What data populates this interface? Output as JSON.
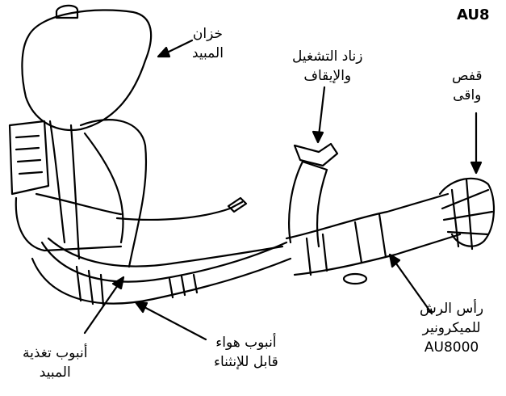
{
  "top_label": "AU8",
  "labels": {
    "tank": [
      "خزان",
      "المبيد"
    ],
    "switch": [
      "زناد التشغيل",
      "والإيقاف"
    ],
    "guard": [
      "قفص",
      "واقى"
    ],
    "spray_head": [
      "رأس الرش",
      "للميكرونير",
      "AU8000"
    ],
    "air_tube": [
      "أنبوب هواء",
      "قابل للإنثناء"
    ],
    "feed_tube": [
      "أنبوب تغذية",
      "المبيد"
    ]
  }
}
